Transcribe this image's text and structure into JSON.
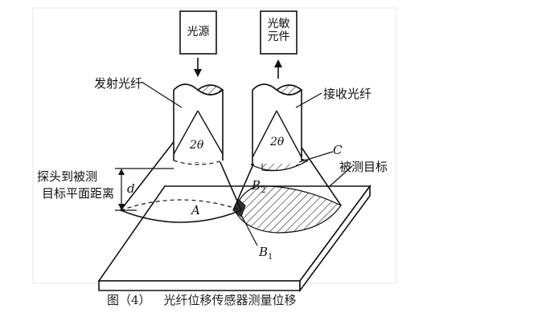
{
  "labels": {
    "light_source": "光源",
    "photo_element": "光敏\n元件",
    "emit_fiber": "发射光纤",
    "receive_fiber": "接收光纤",
    "angle_left": "2θ",
    "angle_right": "2θ",
    "point_c": "C",
    "target": "被测目标",
    "distance_line1": "探头到被测",
    "distance_line2": "目标平面距离",
    "distance_symbol": "d",
    "point_b2": "B",
    "point_b2_sub": "2",
    "point_a": "A",
    "point_b1": "B",
    "point_b1_sub": "1"
  },
  "caption": {
    "figure_no": "图（4）",
    "title": "光纤位移传感器测量位移"
  }
}
